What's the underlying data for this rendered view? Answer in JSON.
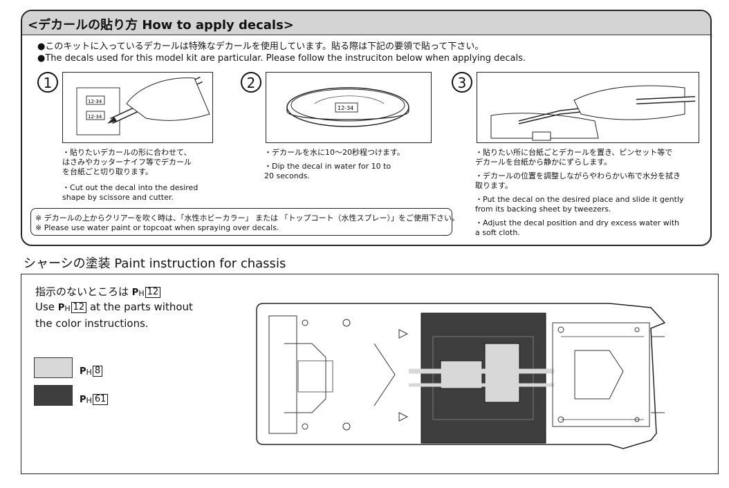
{
  "decals": {
    "title": "<デカールの貼り方 How to apply decals>",
    "intro_jp": "●このキットに入っているデカールは特殊なデカールを使用しています。貼る際は下記の要領で貼って下さい。",
    "intro_en": "●The decals used for this model kit are particular. Please follow the instruciton below when applying decals.",
    "steps": [
      {
        "number": "1",
        "decal_label_a": "12-34",
        "decal_label_b": "12-34",
        "text_jp": "・貼りたいデカールの形に合わせて、\n はさみやカッターナイフ等でデカール\n を台紙ごと切り取ります。",
        "text_en": "・Cut out the decal into the desired\n shape by scissore and cutter."
      },
      {
        "number": "2",
        "decal_label": "12-34",
        "text_jp": "・デカールを水に10〜20秒程つけます。",
        "text_en": "・Dip the decal in water for 10 to\n 20 seconds."
      },
      {
        "number": "3",
        "text_jp_1": "・貼りたい所に台紙ごとデカールを置き、ピンセット等で\n デカールを台紙から静かにずらします。",
        "text_jp_2": "・デカールの位置を調整しながらやわらかい布で水分を拭き\n 取ります。",
        "text_en_1": "・Put the decal on the desired place and slide it gently\n from its backing sheet by tweezers.",
        "text_en_2": "・Adjust the decal position and dry excess water with\n a soft cloth."
      }
    ],
    "note_jp": "※ デカールの上からクリアーを吹く時は、「水性ホビーカラー」 または 「トップコート（水性スプレー）」をご使用下さい。",
    "note_en": "※ Please use water paint or topcoat when spraying over decals."
  },
  "chassis": {
    "title": "シャーシの塗装 Paint instruction for chassis",
    "instruction_jp_prefix": "指示のないところは",
    "instruction_en_prefix": "Use",
    "instruction_en_suffix": "at the parts without",
    "instruction_en_line2": "the color instructions.",
    "ph_letter": "P",
    "ph_sub": "H",
    "default_color_code": "12",
    "legend": [
      {
        "code": "8",
        "color": "#d8d8d8"
      },
      {
        "code": "61",
        "color": "#3e3e3e"
      }
    ]
  }
}
